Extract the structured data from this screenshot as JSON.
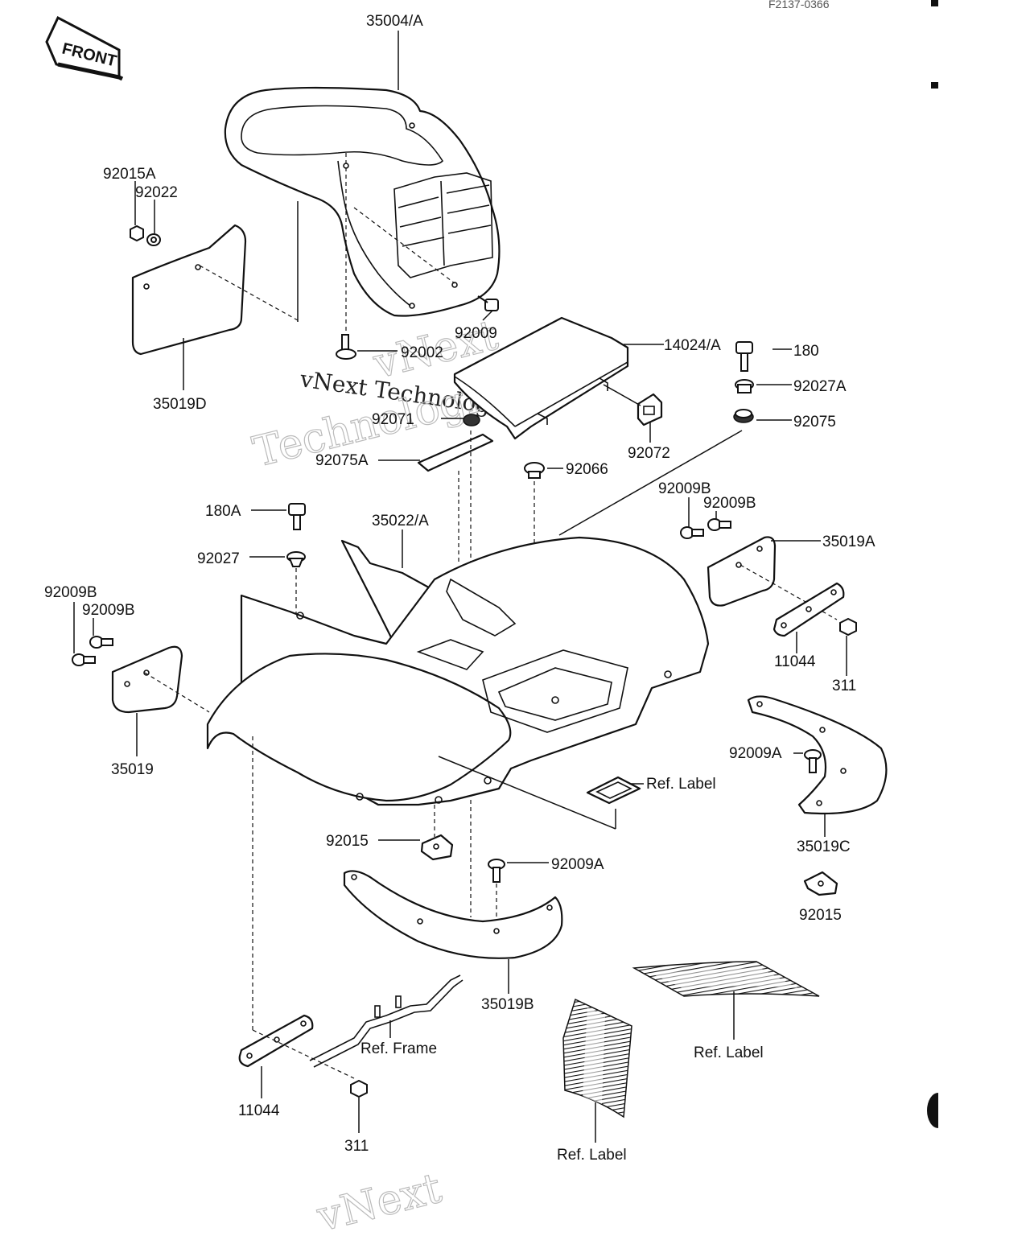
{
  "header": {
    "drawing_code": "F2137-0366"
  },
  "front_tag": {
    "text": "FRONT"
  },
  "watermark": {
    "line1": "vNext Technologies",
    "line2": "vNext",
    "line3": "Technologies",
    "line4": "vNext"
  },
  "callouts": {
    "p35004A": "35004/A",
    "p92015A": "92015A",
    "p92022": "92022",
    "p35019D": "35019D",
    "p92002": "92002",
    "p92009": "92009",
    "p14024A": "14024/A",
    "p180": "180",
    "p92027A": "92027A",
    "p92075": "92075",
    "p92071": "92071",
    "p92072": "92072",
    "p92075A": "92075A",
    "p92066": "92066",
    "p180A": "180A",
    "p35022A": "35022/A",
    "p92027": "92027",
    "p92009B_1": "92009B",
    "p92009B_2": "92009B",
    "p35019A": "35019A",
    "p92009B_3": "92009B",
    "p92009B_4": "92009B",
    "p35019": "35019",
    "p11044_r": "11044",
    "p311_r": "311",
    "p92009A_r": "92009A",
    "p35019C": "35019C",
    "pRefLabel_1": "Ref. Label",
    "p92015_l": "92015",
    "p92009A_c": "92009A",
    "p92015_r": "92015",
    "p35019B": "35019B",
    "pRefFrame": "Ref. Frame",
    "pRefLabel_2": "Ref. Label",
    "p11044_l": "11044",
    "p311_l": "311",
    "pRefLabel_3": "Ref. Label"
  }
}
